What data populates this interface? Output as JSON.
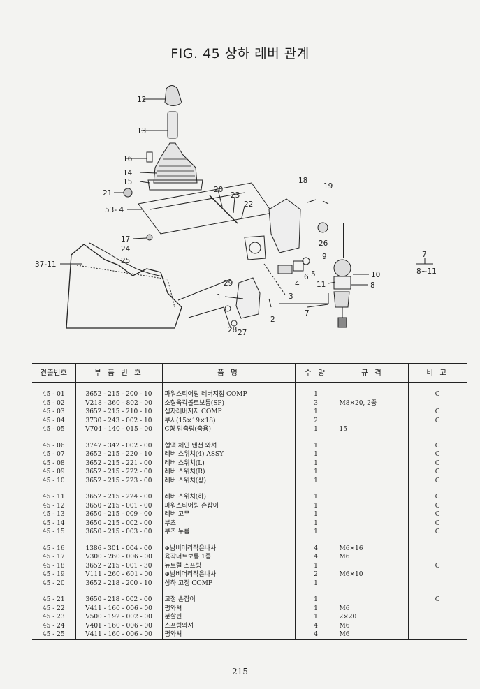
{
  "title": "FIG. 45 상하 레버 관계",
  "callouts": {
    "c12": "12",
    "c13": "13",
    "c16": "16",
    "c14": "14",
    "c15": "15",
    "c21": "21",
    "c53": "53- 4",
    "c20": "20",
    "c23": "23",
    "c22": "22",
    "c18": "18",
    "c19": "19",
    "c17": "17",
    "c24": "24",
    "c25": "25",
    "c3711": "37-11",
    "c26": "26",
    "c9": "9",
    "c5": "5",
    "c6": "6",
    "c4": "4",
    "c10": "10",
    "c11": "11",
    "c8": "8",
    "c29": "29",
    "c1": "1",
    "c3": "3",
    "c7": "7",
    "c2": "2",
    "c28": "28",
    "c27": "27",
    "c7r": "7",
    "c811": "8~11"
  },
  "table": {
    "headers": [
      "견출번호",
      "부 품 번 호",
      "품   명",
      "수 량",
      "규   격",
      "비 고"
    ],
    "groups": [
      [
        {
          "idx": "45 - 01",
          "part": "3652 - 215 - 200 - 10",
          "name": "파워스티어링 레버지점 COMP",
          "qty": "1",
          "spec": "",
          "note": "C"
        },
        {
          "idx": "45 - 02",
          "part": "V218 - 360 - 802 - 00",
          "name": "소형육각볼트보통(SP)",
          "qty": "3",
          "spec": "M8×20, 2종",
          "note": ""
        },
        {
          "idx": "45 - 03",
          "part": "3652 - 215 - 210 - 10",
          "name": "십자레버지지 COMP",
          "qty": "1",
          "spec": "",
          "note": "C"
        },
        {
          "idx": "45 - 04",
          "part": "3730 - 243 - 002 - 10",
          "name": "부시(15×19×18)",
          "qty": "2",
          "spec": "",
          "note": "C"
        },
        {
          "idx": "45 - 05",
          "part": "V704 - 140 - 015 - 00",
          "name": "C형 멈춤링(축용)",
          "qty": "1",
          "spec": "15",
          "note": ""
        }
      ],
      [
        {
          "idx": "45 - 06",
          "part": "3747 - 342 - 002 - 00",
          "name": "협액 체인 텐션 와셔",
          "qty": "1",
          "spec": "",
          "note": "C"
        },
        {
          "idx": "45 - 07",
          "part": "3652 - 215 - 220 - 10",
          "name": "레버 스위치(4) ASSY",
          "qty": "1",
          "spec": "",
          "note": "C"
        },
        {
          "idx": "45 - 08",
          "part": "3652 - 215 - 221 - 00",
          "name": "레버 스위치(L)",
          "qty": "1",
          "spec": "",
          "note": "C"
        },
        {
          "idx": "45 - 09",
          "part": "3652 - 215 - 222 - 00",
          "name": "레버 스위치(R)",
          "qty": "1",
          "spec": "",
          "note": "C"
        },
        {
          "idx": "45 - 10",
          "part": "3652 - 215 - 223 - 00",
          "name": "레버 스위치(상)",
          "qty": "1",
          "spec": "",
          "note": "C"
        }
      ],
      [
        {
          "idx": "45 - 11",
          "part": "3652 - 215 - 224 - 00",
          "name": "레버 스위치(하)",
          "qty": "1",
          "spec": "",
          "note": "C"
        },
        {
          "idx": "45 - 12",
          "part": "3650 - 215 - 001 - 00",
          "name": "파워스티어링 손잡이",
          "qty": "1",
          "spec": "",
          "note": "C"
        },
        {
          "idx": "45 - 13",
          "part": "3650 - 215 - 009 - 00",
          "name": "레버 고무",
          "qty": "1",
          "spec": "",
          "note": "C"
        },
        {
          "idx": "45 - 14",
          "part": "3650 - 215 - 002 - 00",
          "name": "부츠",
          "qty": "1",
          "spec": "",
          "note": "C"
        },
        {
          "idx": "45 - 15",
          "part": "3650 - 215 - 003 - 00",
          "name": "부츠 누름",
          "qty": "1",
          "spec": "",
          "note": "C"
        }
      ],
      [
        {
          "idx": "45 - 16",
          "part": "1386 - 301 - 004 - 00",
          "name": "⊕남비머리작은나사",
          "qty": "4",
          "spec": "M6×16",
          "note": ""
        },
        {
          "idx": "45 - 17",
          "part": "V300 - 260 - 006 - 00",
          "name": "육각너트보통 1종",
          "qty": "4",
          "spec": "M6",
          "note": ""
        },
        {
          "idx": "45 - 18",
          "part": "3652 - 215 - 001 - 30",
          "name": "뉴트럴 스프링",
          "qty": "1",
          "spec": "",
          "note": "C"
        },
        {
          "idx": "45 - 19",
          "part": "V111 - 260 - 601 - 00",
          "name": "⊕남비머리작은나사",
          "qty": "2",
          "spec": "M6×10",
          "note": ""
        },
        {
          "idx": "45 - 20",
          "part": "3652 - 218 - 200 - 10",
          "name": "상하 고정 COMP",
          "qty": "1",
          "spec": "",
          "note": ""
        }
      ],
      [
        {
          "idx": "45 - 21",
          "part": "3650 - 218 - 002 - 00",
          "name": "고정 손잡이",
          "qty": "1",
          "spec": "",
          "note": "C"
        },
        {
          "idx": "45 - 22",
          "part": "V411 - 160 - 006 - 00",
          "name": "평와셔",
          "qty": "1",
          "spec": "M6",
          "note": ""
        },
        {
          "idx": "45 - 23",
          "part": "V500 - 192 - 002 - 00",
          "name": "분할핀",
          "qty": "1",
          "spec": "2×20",
          "note": ""
        },
        {
          "idx": "45 - 24",
          "part": "V401 - 160 - 006 - 00",
          "name": "스프링와셔",
          "qty": "4",
          "spec": "M6",
          "note": ""
        },
        {
          "idx": "45 - 25",
          "part": "V411 - 160 - 006 - 00",
          "name": "평와셔",
          "qty": "4",
          "spec": "M6",
          "note": ""
        }
      ]
    ]
  },
  "page_number": "215"
}
